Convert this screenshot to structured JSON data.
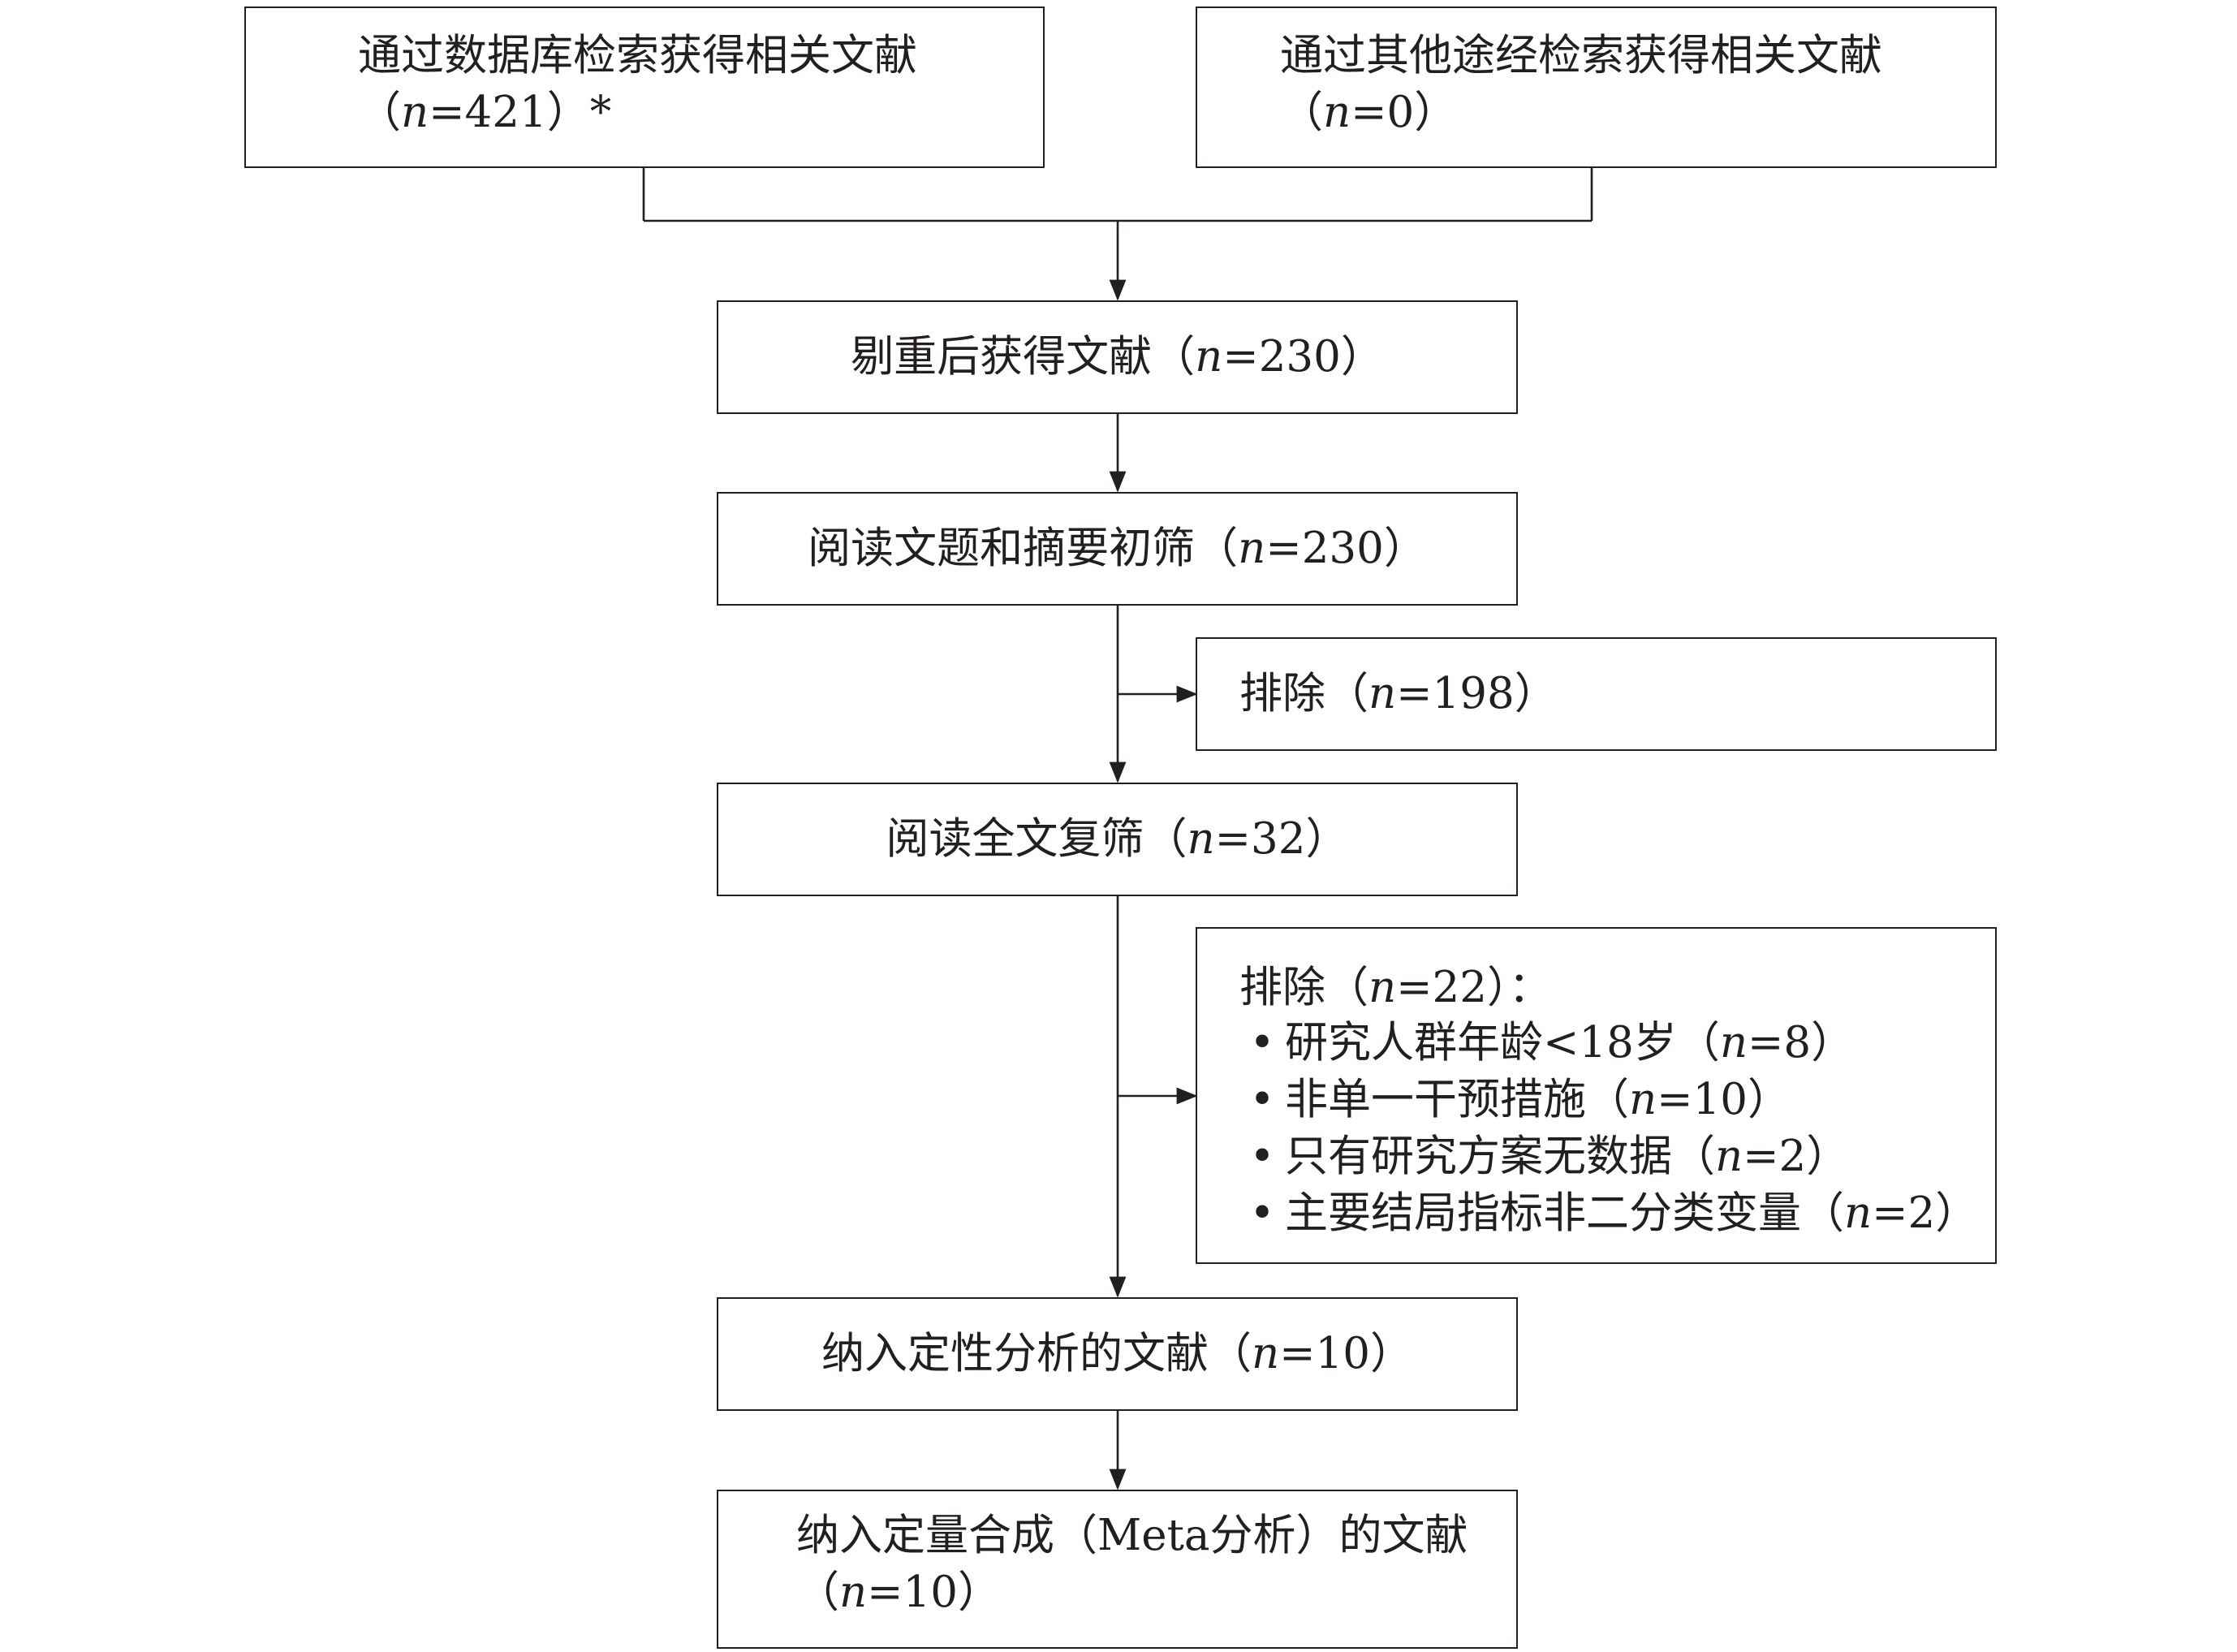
{
  "boxes": {
    "db_search": {
      "line1": "通过数据库检索获得相关文献",
      "line2_pre": "（",
      "line2_n": "n",
      "line2_post": "=421）*"
    },
    "other_search": {
      "line1": "通过其他途经检索获得相关文献",
      "line2_pre": "（",
      "line2_n": "n",
      "line2_post": "=0）"
    },
    "dedup": {
      "pre": "剔重后获得文献（",
      "n": "n",
      "post": "=230）"
    },
    "title_abstract": {
      "pre": "阅读文题和摘要初筛（",
      "n": "n",
      "post": "=230）"
    },
    "excluded_1": {
      "pre": "排除（",
      "n": "n",
      "post": "=198）"
    },
    "fulltext": {
      "pre": "阅读全文复筛（",
      "n": "n",
      "post": "=32）"
    },
    "excluded_2": {
      "header_pre": "排除（",
      "header_n": "n",
      "header_post": "=22）：",
      "bullet": "•",
      "items": [
        {
          "pre": "研究人群年龄<18岁（",
          "n": "n",
          "post": "=8）"
        },
        {
          "pre": "非单一干预措施（",
          "n": "n",
          "post": "=10）"
        },
        {
          "pre": "只有研究方案无数据（",
          "n": "n",
          "post": "=2）"
        },
        {
          "pre": "主要结局指标非二分类变量（",
          "n": "n",
          "post": "=2）"
        }
      ]
    },
    "qualitative": {
      "pre": "纳入定性分析的文献（",
      "n": "n",
      "post": "=10）"
    },
    "quantitative": {
      "line1": "纳入定量合成（Meta分析）的文献",
      "line2_pre": "（",
      "line2_n": "n",
      "line2_post": "=10）"
    }
  }
}
